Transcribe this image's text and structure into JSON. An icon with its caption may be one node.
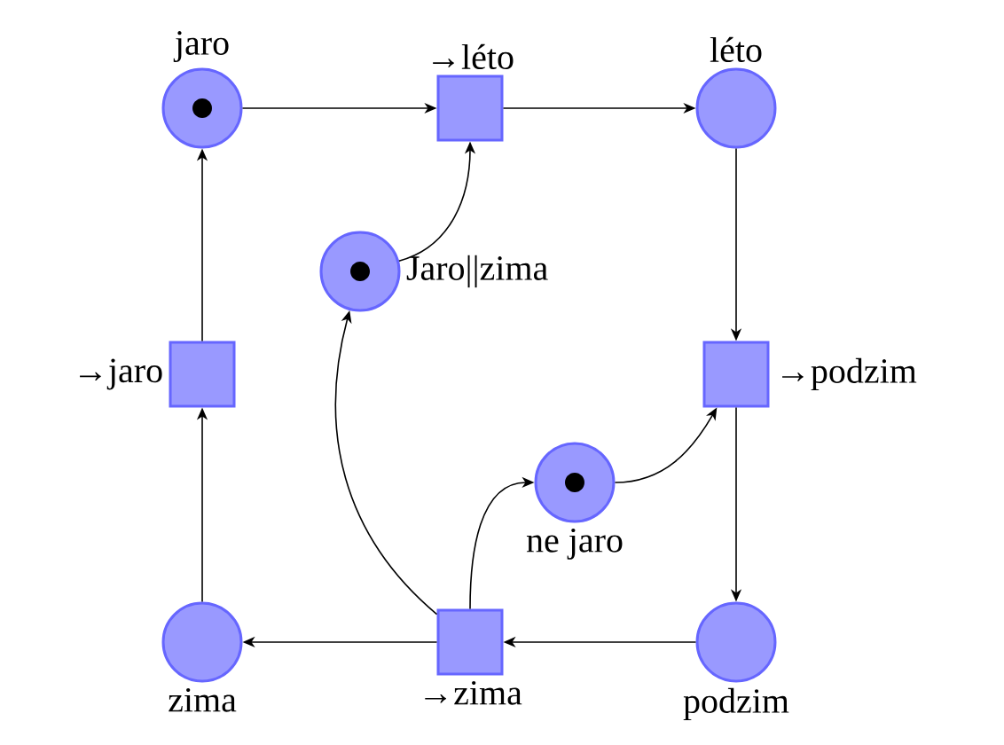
{
  "diagram": {
    "nodes": [
      {
        "text": [
          "jaro"
        ]
      },
      {
        "text": [
          "→léto"
        ]
      },
      {
        "text": [
          "léto"
        ]
      },
      {
        "text": [
          "Jaro||zima"
        ]
      },
      {
        "text": [
          "→jaro"
        ]
      },
      {
        "text": [
          "→podzim"
        ]
      },
      {
        "text": [
          "ne jaro"
        ]
      },
      {
        "text": [
          "zima"
        ]
      },
      {
        "text": [
          "→zima"
        ]
      },
      {
        "text": [
          "podzim"
        ]
      }
    ],
    "edges": [
      {
        "from": 0,
        "to": 1,
        "arrow": "to"
      },
      {
        "from": 1,
        "to": 2,
        "arrow": "to"
      },
      {
        "from": 2,
        "to": 5,
        "arrow": "to"
      },
      {
        "from": 5,
        "to": 9,
        "arrow": "to"
      },
      {
        "from": 9,
        "to": 8,
        "arrow": "to"
      },
      {
        "from": 8,
        "to": 7,
        "arrow": "to"
      },
      {
        "from": 7,
        "to": 4,
        "arrow": "to"
      },
      {
        "from": 4,
        "to": 0,
        "arrow": "to"
      },
      {
        "from": 3,
        "to": 1,
        "arrow": "to"
      },
      {
        "from": 8,
        "to": 3,
        "arrow": "to"
      },
      {
        "from": 8,
        "to": 6,
        "arrow": "to"
      },
      {
        "from": 6,
        "to": 5,
        "arrow": "to"
      }
    ]
  }
}
